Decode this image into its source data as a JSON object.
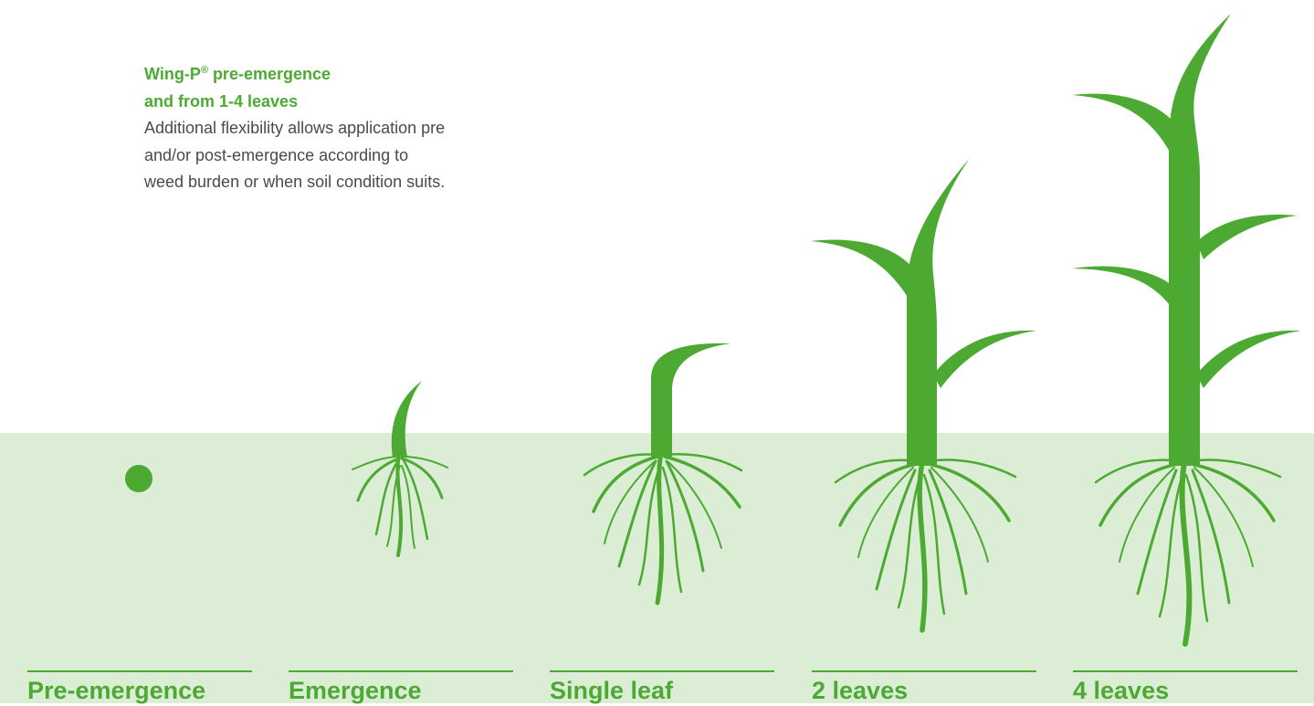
{
  "intro": {
    "headline_line1_prefix": "Wing-P",
    "headline_registered": "®",
    "headline_line1_suffix": " pre-emergence",
    "headline_line2": "and from 1-4 leaves",
    "body": "Additional flexibility allows application pre and/or post-emergence according to weed burden or when soil condition suits."
  },
  "stages": [
    {
      "label": "Pre-emergence",
      "leaves": 0
    },
    {
      "label": "Emergence",
      "leaves": 0
    },
    {
      "label": "Single leaf",
      "leaves": 1
    },
    {
      "label": "2 leaves",
      "leaves": 2
    },
    {
      "label": "4 leaves",
      "leaves": 4
    }
  ],
  "colors": {
    "plant_green": "#4caa32",
    "soil_green": "#dcedd5",
    "body_text": "#4a4a4a"
  },
  "icons": {
    "seed": "seed-icon",
    "plant": "plant-icon",
    "roots": "roots-icon"
  }
}
